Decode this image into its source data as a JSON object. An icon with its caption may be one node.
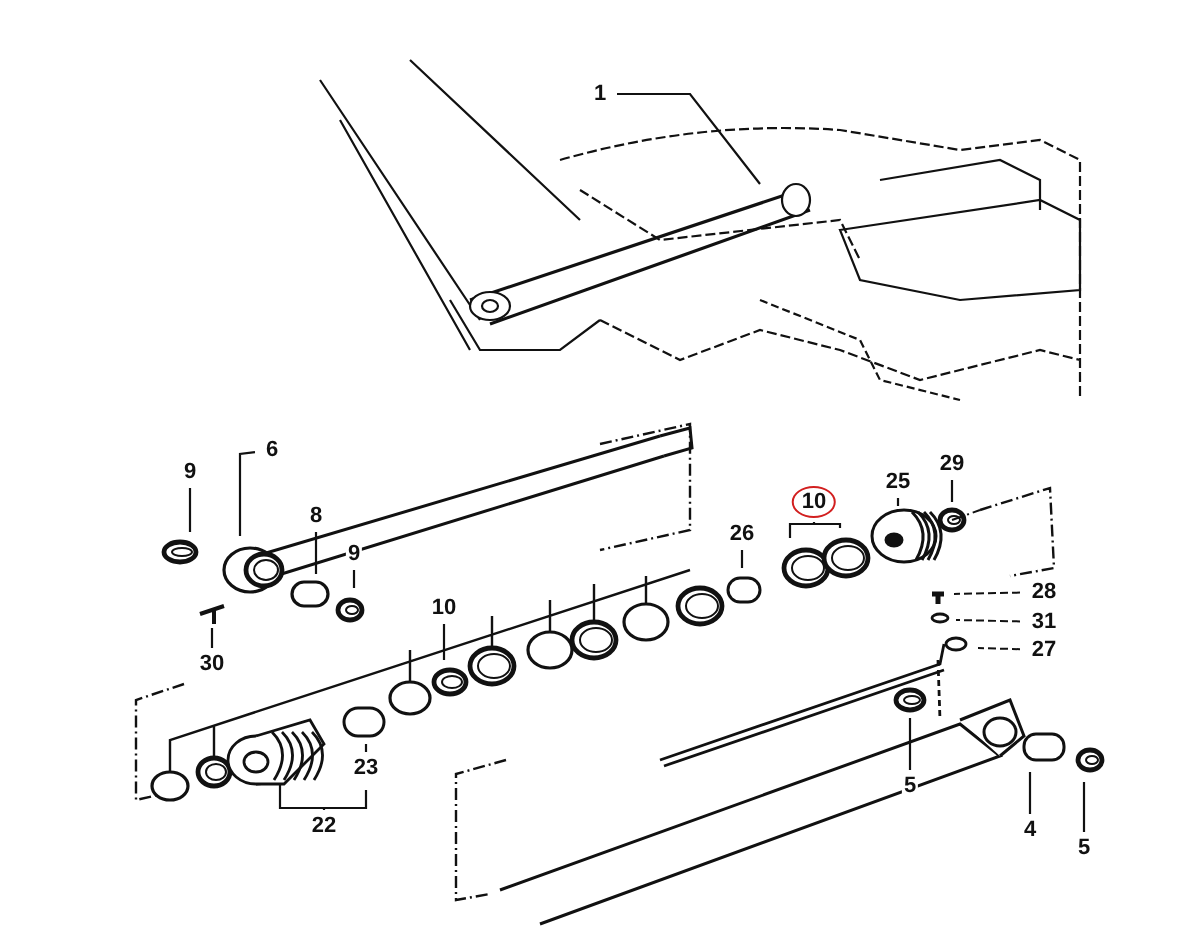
{
  "diagram": {
    "nodes": [
      {
        "text": [
          "1"
        ]
      },
      {
        "text": [
          "6"
        ]
      },
      {
        "text": [
          "9"
        ]
      },
      {
        "text": [
          "8"
        ]
      },
      {
        "text": [
          "9"
        ]
      },
      {
        "text": [
          "30"
        ]
      },
      {
        "text": [
          "10"
        ]
      },
      {
        "text": [
          "23"
        ]
      },
      {
        "text": [
          "22"
        ]
      },
      {
        "text": [
          "26"
        ]
      },
      {
        "text": [
          "10"
        ]
      },
      {
        "text": [
          "25"
        ]
      },
      {
        "text": [
          "29"
        ]
      },
      {
        "text": [
          "28"
        ]
      },
      {
        "text": [
          "31"
        ]
      },
      {
        "text": [
          "27"
        ]
      },
      {
        "text": [
          "5"
        ]
      },
      {
        "text": [
          "4"
        ]
      },
      {
        "text": [
          "5"
        ]
      }
    ],
    "edges": [
      {
        "from": 0,
        "to": null,
        "arrow": "none"
      },
      {
        "from": 1,
        "to": null,
        "arrow": "none"
      },
      {
        "from": 2,
        "to": null,
        "arrow": "none"
      },
      {
        "from": 3,
        "to": null,
        "arrow": "none"
      },
      {
        "from": 4,
        "to": null,
        "arrow": "none"
      },
      {
        "from": 5,
        "to": null,
        "arrow": "none"
      },
      {
        "from": 6,
        "to": null,
        "arrow": "none"
      },
      {
        "from": 7,
        "to": null,
        "arrow": "none"
      },
      {
        "from": 8,
        "to": null,
        "arrow": "none"
      },
      {
        "from": 9,
        "to": null,
        "arrow": "none"
      },
      {
        "from": 10,
        "to": null,
        "arrow": "none"
      },
      {
        "from": 11,
        "to": null,
        "arrow": "none"
      },
      {
        "from": 12,
        "to": null,
        "arrow": "none"
      },
      {
        "from": 13,
        "to": null,
        "arrow": "none",
        "style": "dashed"
      },
      {
        "from": 14,
        "to": null,
        "arrow": "none",
        "style": "dashed"
      },
      {
        "from": 15,
        "to": null,
        "arrow": "none",
        "style": "dashed"
      },
      {
        "from": 16,
        "to": null,
        "arrow": "none"
      },
      {
        "from": 17,
        "to": null,
        "arrow": "none"
      },
      {
        "from": 18,
        "to": null,
        "arrow": "none"
      }
    ]
  }
}
